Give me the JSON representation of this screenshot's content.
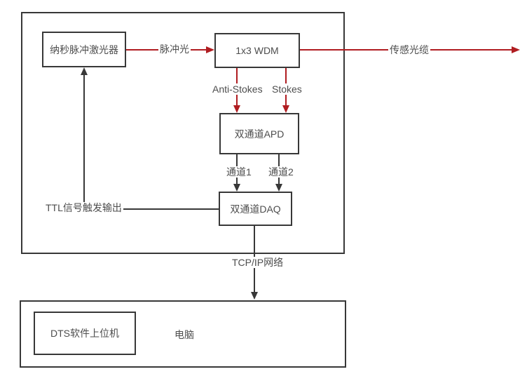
{
  "colors": {
    "line_red": "#b01d21",
    "line_dark": "#383838",
    "text": "#4d4d4d",
    "background": "#ffffff"
  },
  "nodes": {
    "laser": "纳秒脉冲激光器",
    "wdm": "1x3 WDM",
    "apd": "双通道APD",
    "daq": "双通道DAQ",
    "dts_software": "DTS软件上位机",
    "computer": "电脑"
  },
  "edges": {
    "pulse_light": "脉冲光",
    "sensing_cable": "传感光缆",
    "anti_stokes": "Anti-Stokes",
    "stokes": "Stokes",
    "channel1": "通道1",
    "channel2": "通道2",
    "ttl_trigger": "TTL信号触发输出",
    "tcpip": "TCP/IP网络"
  }
}
